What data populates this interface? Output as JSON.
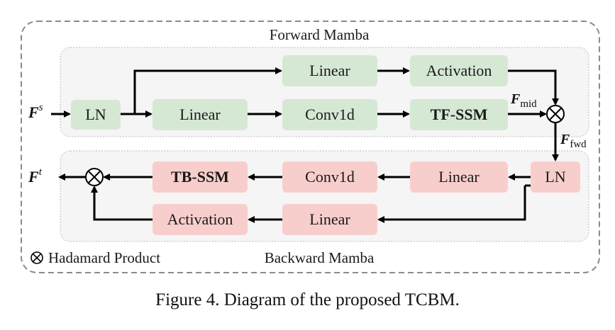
{
  "forward": {
    "title": "Forward Mamba",
    "ln": "LN",
    "linear_top": "Linear",
    "activation": "Activation",
    "linear_mid": "Linear",
    "conv1d": "Conv1d",
    "ssm": "TF-SSM"
  },
  "backward": {
    "title": "Backward Mamba",
    "ln": "LN",
    "linear_top": "Linear",
    "conv1d": "Conv1d",
    "ssm": "TB-SSM",
    "linear_bottom": "Linear",
    "activation": "Activation"
  },
  "symbols": {
    "input": "F",
    "input_sup": "s",
    "output": "F",
    "output_sup": "t",
    "mid": "F",
    "mid_sub": "mid",
    "fwd": "F",
    "fwd_sub": "fwd"
  },
  "legend": {
    "label": "Hadamard Product"
  },
  "caption": "Figure 4. Diagram of the proposed TCBM.",
  "colors": {
    "green_box": "#d5e8d4",
    "red_box": "#f8cecc",
    "region_bg": "#f5f5f5"
  }
}
